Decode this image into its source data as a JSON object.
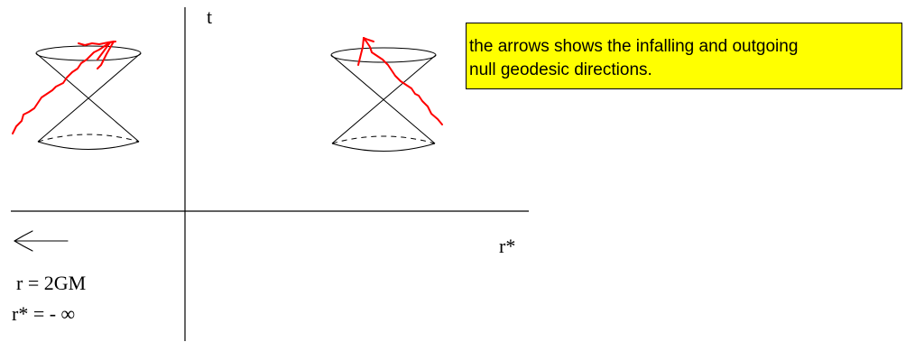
{
  "axes": {
    "t_label": "t",
    "rstar_label": "r*"
  },
  "left_labels": {
    "horizon": "r = 2GM",
    "rstar_limit": "r* = -  ∞"
  },
  "note": {
    "line1": "the arrows shows the infalling and outgoing",
    "line2": "null geodesic directions."
  },
  "colors": {
    "ink": "#000000",
    "annotation": "#ff0000",
    "note_background": "#ffff00"
  },
  "icons": [
    "left-arrow-icon",
    "light-cone-icon",
    "hand-drawn-arrow-icon"
  ]
}
